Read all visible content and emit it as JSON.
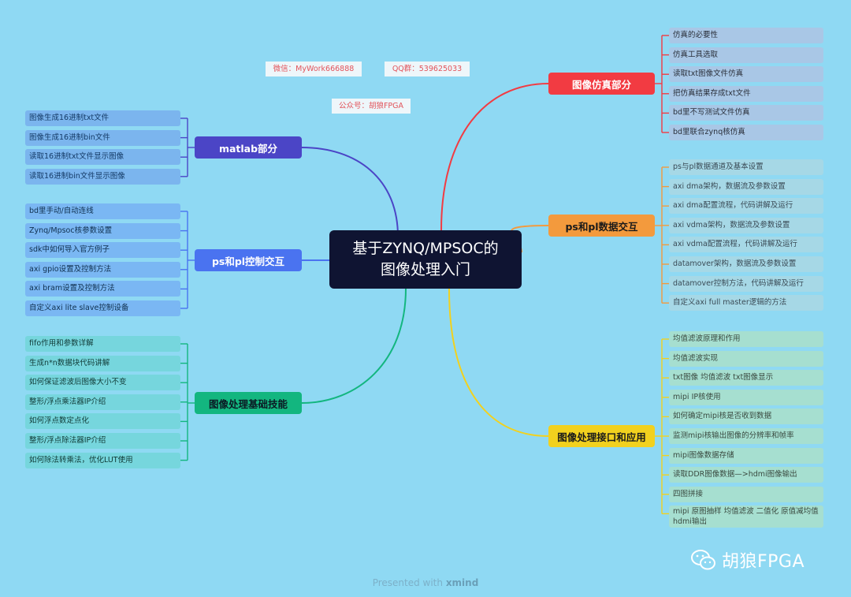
{
  "central": {
    "line1": "基于ZYNQ/MPSOC的",
    "line2": "图像处理入门"
  },
  "notes": {
    "wechat": "微信：MyWork666888",
    "qq": "QQ群：539625033",
    "gzh": "公众号：胡狼FPGA"
  },
  "colors": {
    "background": "#8fd9f3",
    "matlab": "#4b45c6",
    "pspl_ctrl": "#4a73f0",
    "img_basic": "#13b67f",
    "sim": "#f23b42",
    "pspl_data": "#f39a3d",
    "interface": "#f2d11e"
  },
  "branches": {
    "matlab": {
      "label": "matlab部分",
      "leaves": [
        "图像生成16进制txt文件",
        "图像生成16进制bin文件",
        "读取16进制txt文件显示图像",
        "读取16进制bin文件显示图像"
      ]
    },
    "pspl_ctrl": {
      "label": "ps和pl控制交互",
      "leaves": [
        "bd里手动/自动连线",
        "Zynq/Mpsoc核参数设置",
        "sdk中如何导入官方例子",
        "axi gpio设置及控制方法",
        "axi bram设置及控制方法",
        "自定义axi lite slave控制设备"
      ]
    },
    "img_basic": {
      "label": "图像处理基础技能",
      "leaves": [
        "fifo作用和参数详解",
        "生成n*n数据块代码讲解",
        "如何保证滤波后图像大小不变",
        "整形/浮点乘法器IP介绍",
        "如何浮点数定点化",
        "整形/浮点除法器IP介绍",
        "如何除法转乘法，优化LUT使用"
      ]
    },
    "sim": {
      "label": "图像仿真部分",
      "leaves": [
        "仿真的必要性",
        "仿真工具选取",
        "读取txt图像文件仿真",
        "把仿真结果存成txt文件",
        "bd里不写测试文件仿真",
        "bd里联合zynq核仿真"
      ]
    },
    "pspl_data": {
      "label": "ps和pl数据交互",
      "leaves": [
        "ps与pl数据通道及基本设置",
        "axi dma架构，数据流及参数设置",
        "axi dma配置流程，代码讲解及运行",
        "axi vdma架构，数据流及参数设置",
        "axi vdma配置流程，代码讲解及运行",
        "datamover架构，数据流及参数设置",
        "datamover控制方法，代码讲解及运行",
        "自定义axi full master逻辑的方法"
      ]
    },
    "interface": {
      "label": "图像处理接口和应用",
      "leaves": [
        "均值滤波原理和作用",
        "均值滤波实现",
        "txt图像 均值滤波 txt图像显示",
        "mipi IP核使用",
        "如何确定mipi核是否收到数据",
        "监测mipi核输出图像的分辨率和帧率",
        "mipi图像数据存储",
        "读取DDR图像数据—>hdmi图像输出",
        "四图拼接",
        "mipi 原图抽样 均值滤波 二值化 原值减均值 hdmi输出"
      ]
    }
  },
  "watermark": {
    "label": "胡狼FPGA",
    "icon": "wechat-icon"
  },
  "footer": {
    "prefix": "Presented with",
    "brand": "xmind"
  }
}
